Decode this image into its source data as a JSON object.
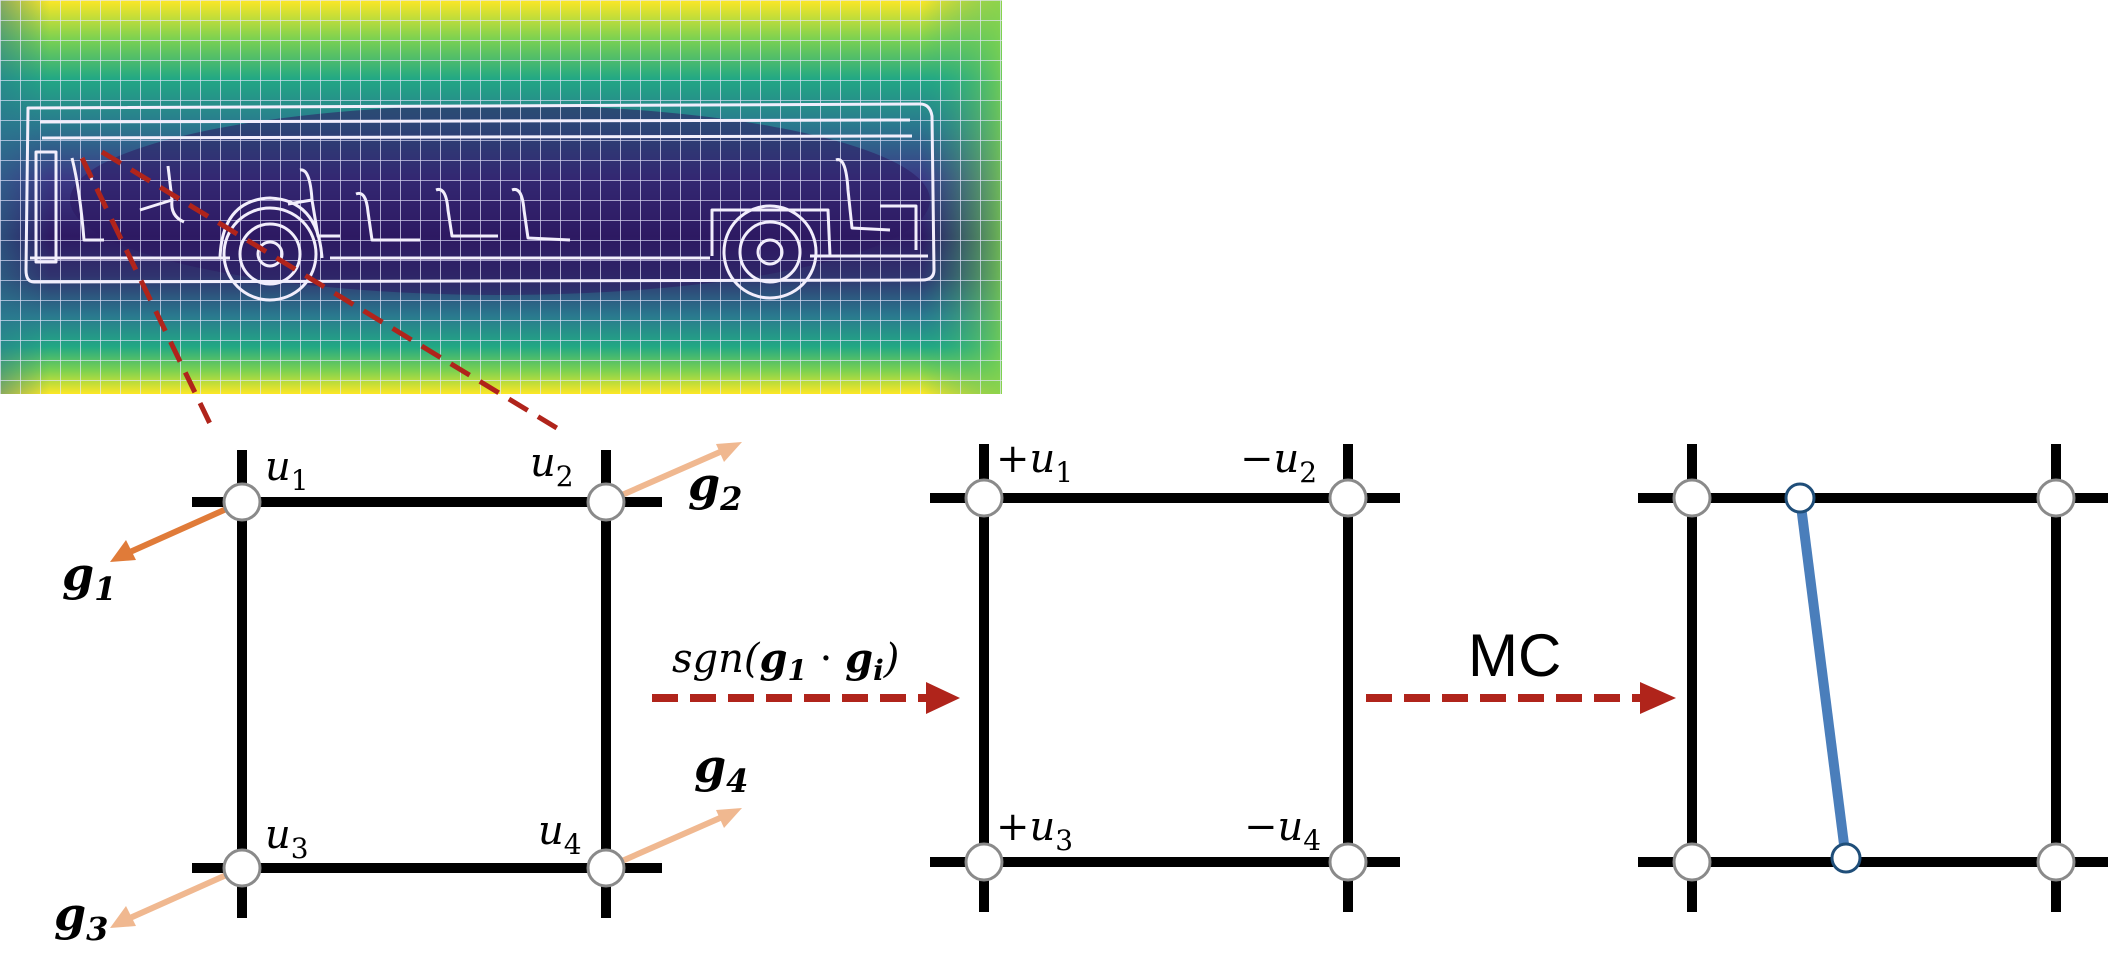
{
  "colors": {
    "grid_line": "#000000",
    "node_fill": "#ffffff",
    "node_stroke": "#8a8a8a",
    "arrow_red": "#b0241b",
    "g1_arrow": "#e07b39",
    "g_other_arrow": "#f0b890",
    "iso_segment": "#4a7ebb",
    "iso_node_stroke": "#1f4e79",
    "field_low": "#2e1a63",
    "field_mid": "#2f7f8e",
    "field_high": "#fde725"
  },
  "panel1": {
    "labels": {
      "u1_base": "u",
      "u1_sub": "1",
      "u2_base": "u",
      "u2_sub": "2",
      "u3_base": "u",
      "u3_sub": "3",
      "u4_base": "u",
      "u4_sub": "4"
    },
    "vectors": {
      "g1_base": "g",
      "g1_sub": "1",
      "g2_base": "g",
      "g2_sub": "2",
      "g3_base": "g",
      "g3_sub": "3",
      "g4_base": "g",
      "g4_sub": "4"
    }
  },
  "transition1": {
    "pre": "sgn(",
    "g1_base": "g",
    "g1_sub": "1",
    "dot": " · ",
    "gi_base": "g",
    "gi_sub": "i",
    "post": ")"
  },
  "panel2": {
    "s1": "+u",
    "s1_sub": "1",
    "s2": "−u",
    "s2_sub": "2",
    "s3": "+u",
    "s3_sub": "3",
    "s4": "−u",
    "s4_sub": "4"
  },
  "transition2": {
    "label": "MC"
  }
}
